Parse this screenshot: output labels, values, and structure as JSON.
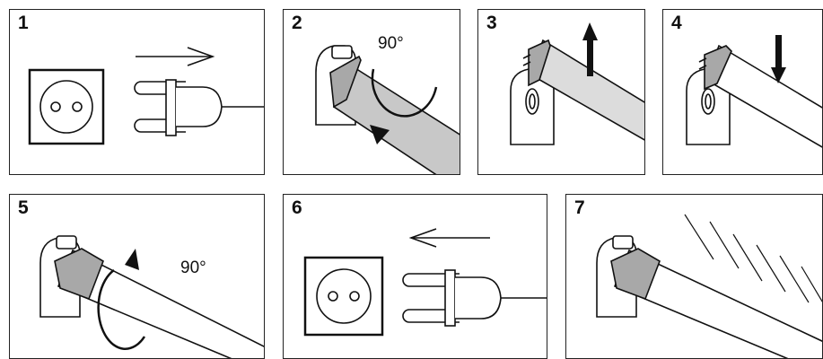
{
  "steps": [
    {
      "number": "1"
    },
    {
      "number": "2",
      "angle": "90°"
    },
    {
      "number": "3"
    },
    {
      "number": "4"
    },
    {
      "number": "5",
      "angle": "90°"
    },
    {
      "number": "6"
    },
    {
      "number": "7"
    }
  ]
}
